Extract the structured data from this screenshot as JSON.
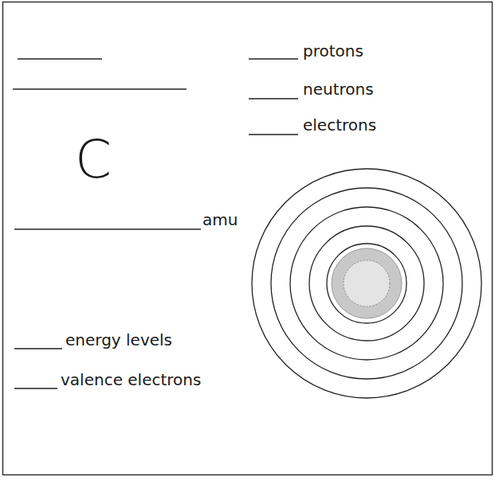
{
  "diagram": {
    "labels": [
      "C",
      "protons",
      "neutrons",
      "electrons",
      "amu",
      "energy levels",
      "valence electrons"
    ]
  }
}
